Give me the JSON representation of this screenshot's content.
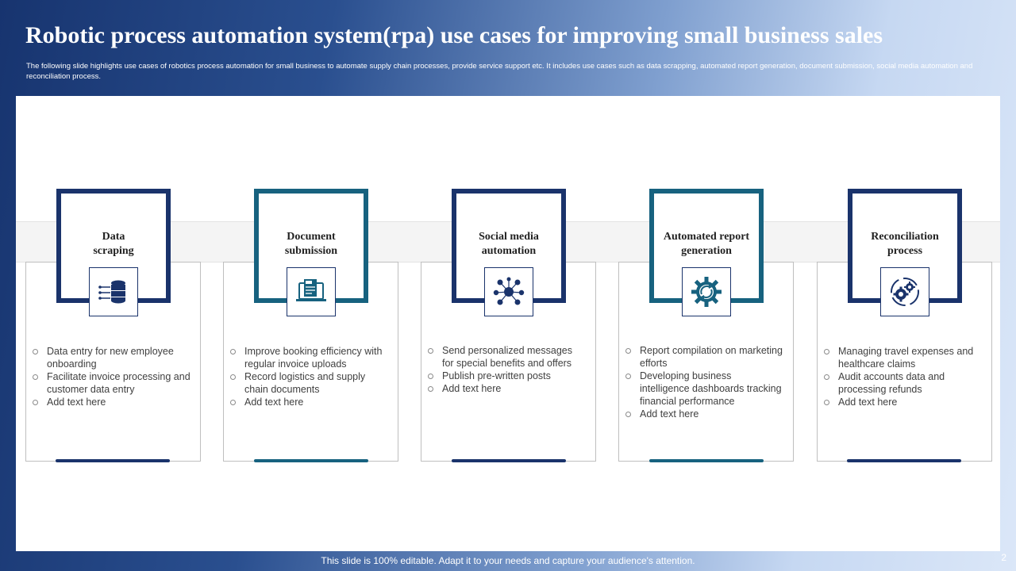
{
  "slide": {
    "title": "Robotic process automation system(rpa) use cases for improving small business sales",
    "subtitle": "The following slide highlights use cases of robotics process automation for small business to automate supply chain processes, provide service support etc. It includes use cases such as data scrapping, automated report generation, document submission, social media automation  and reconciliation process.",
    "footer": "This slide is 100% editable. Adapt it to your needs and capture your audience's attention.",
    "page_number": "2"
  },
  "colors": {
    "navy": "#1a336b",
    "teal": "#17627f",
    "text": "#404040"
  },
  "cards": [
    {
      "title_line1": "Data",
      "title_line2": "scraping",
      "icon": "database-icon",
      "bullets": [
        "Data entry for new employee onboarding",
        "Facilitate invoice processing and customer data entry",
        "Add text here"
      ]
    },
    {
      "title_line1": "Document",
      "title_line2": "submission",
      "icon": "tax-document-icon",
      "bullets": [
        "Improve  booking efficiency with regular invoice uploads",
        "Record logistics and supply chain documents",
        "Add text here"
      ]
    },
    {
      "title_line1": "Social media",
      "title_line2": "automation",
      "icon": "social-network-icon",
      "bullets": [
        "Send personalized messages for special benefits and offers",
        "Publish pre-written  posts",
        "Add text here"
      ]
    },
    {
      "title_line1": "Automated report",
      "title_line2": "generation",
      "icon": "automation-gear-icon",
      "bullets": [
        "Report compilation on marketing efforts",
        "Developing  business intelligence dashboards tracking financial performance",
        "Add text here"
      ]
    },
    {
      "title_line1": "Reconciliation",
      "title_line2": "process",
      "icon": "cycle-gears-icon",
      "bullets": [
        "Managing travel expenses and healthcare claims",
        "Audit accounts data and processing refunds",
        "Add text here"
      ]
    }
  ]
}
